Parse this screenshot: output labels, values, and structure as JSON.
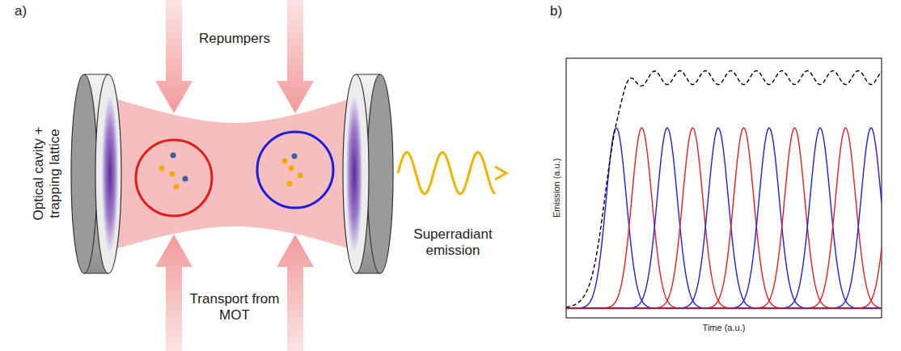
{
  "diagram": {
    "labels": [
      "a)",
      "b)",
      "Repumpers",
      "Transport from MOT",
      "Optical cavity + trapping lattice",
      "Superradiant emission",
      "Emission (a.u.)",
      "Time (a.u.)"
    ]
  }
}
